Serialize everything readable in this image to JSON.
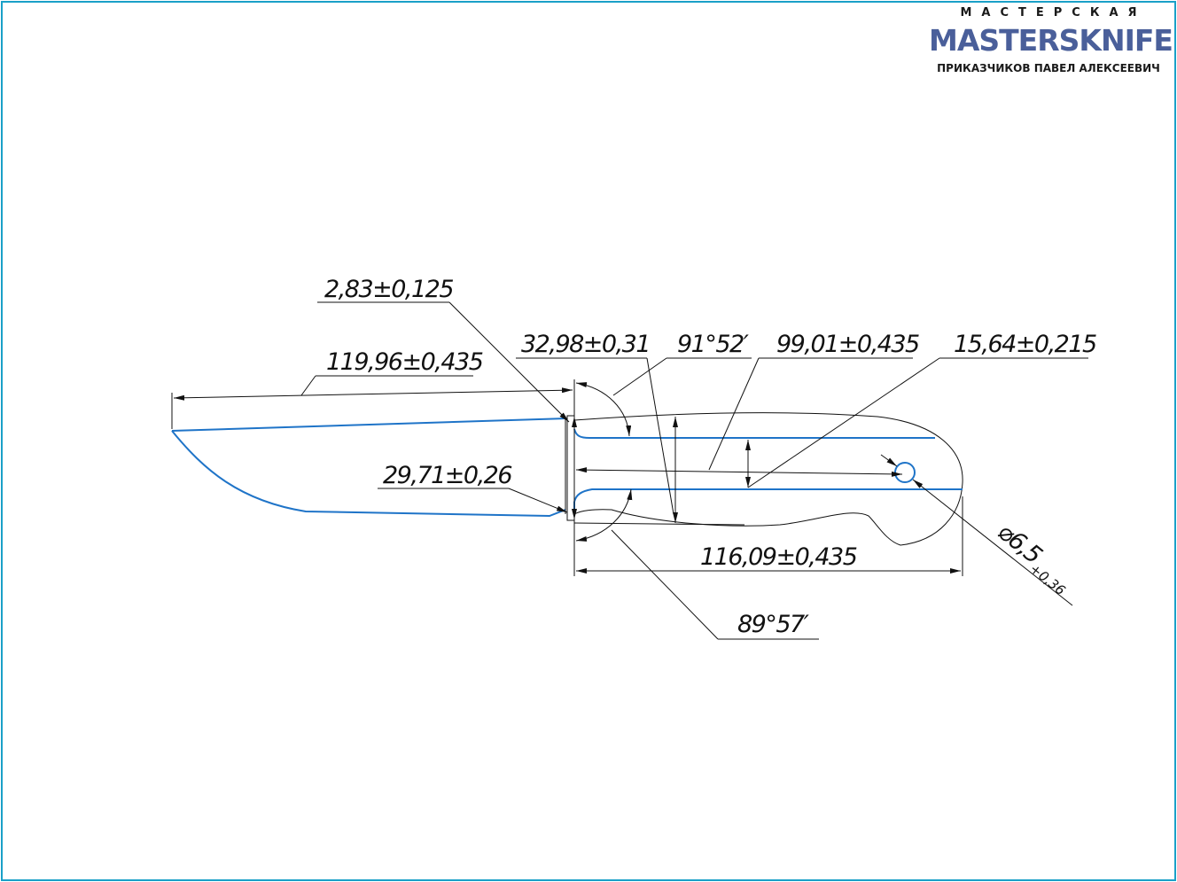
{
  "logo": {
    "workshop": "МАСТЕРСКАЯ",
    "brand": "MASTERSKNIFE",
    "owner": "ПРИКАЗЧИКОВ ПАВЕЛ АЛЕКСЕЕВИЧ",
    "brand_color": "#4a5f9a"
  },
  "colors": {
    "frame": "#1aa0c8",
    "contour": "#1f74c8",
    "lines": "#111111"
  },
  "dimensions": {
    "guard_thickness": "2,83±0,125",
    "blade_length": "119,96±0,435",
    "handle_height": "32,98±0,31",
    "top_angle": "91°52′",
    "handle_tang_length": "99,01±0,435",
    "tang_height": "15,64±0,215",
    "guard_height": "29,71±0,26",
    "handle_length": "116,09±0,435",
    "bottom_angle": "89°57′",
    "hole_diameter": "⌀6,5",
    "hole_tolerance": "+0,36"
  }
}
